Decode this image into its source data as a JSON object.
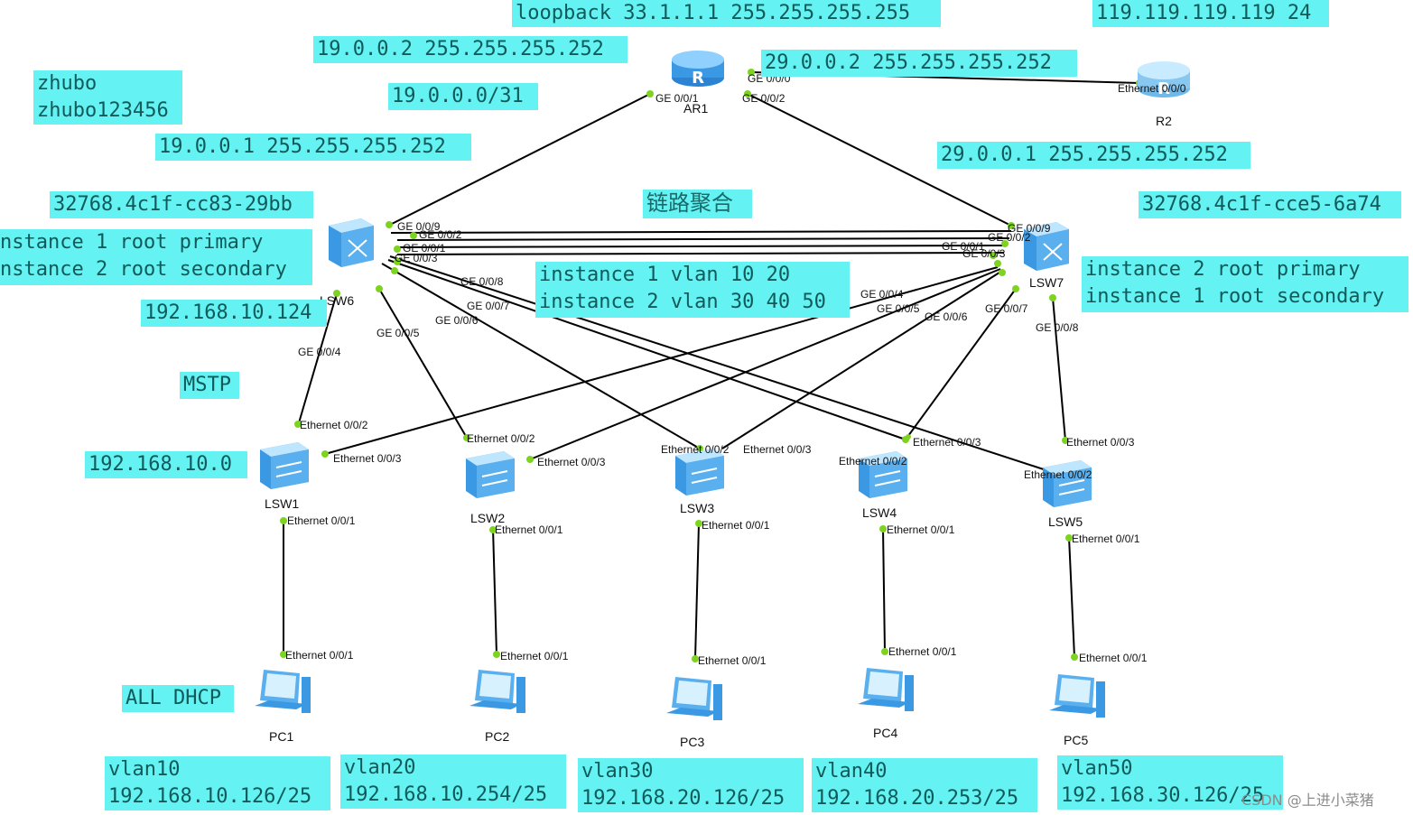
{
  "devices": {
    "ar1": {
      "label": "AR1"
    },
    "r2": {
      "label": "R2"
    },
    "lsw6": {
      "label": "LSW6"
    },
    "lsw7": {
      "label": "LSW7"
    },
    "lsw1": {
      "label": "LSW1"
    },
    "lsw2": {
      "label": "LSW2"
    },
    "lsw3": {
      "label": "LSW3"
    },
    "lsw4": {
      "label": "LSW4"
    },
    "lsw5": {
      "label": "LSW5"
    },
    "pc1": {
      "label": "PC1"
    },
    "pc2": {
      "label": "PC2"
    },
    "pc3": {
      "label": "PC3"
    },
    "pc4": {
      "label": "PC4"
    },
    "pc5": {
      "label": "PC5"
    }
  },
  "ports": {
    "ar1_g001": "GE 0/0/1",
    "ar1_g000": "GE 0/0/0",
    "ar1_g002": "GE 0/0/2",
    "r2_e000": "Ethernet 0/0/0",
    "lsw6_g009": "GE 0/0/9",
    "lsw6_g002": "GE 0/0/2",
    "lsw6_g001": "GE 0/0/1",
    "lsw6_g003": "GE 0/0/3",
    "lsw6_g008": "GE 0/0/8",
    "lsw6_g007": "GE 0/0/7",
    "lsw6_g006": "GE 0/0/6",
    "lsw6_g005": "GE 0/0/5",
    "lsw6_g004": "GE 0/0/4",
    "lsw7_g009": "GE 0/0/9",
    "lsw7_g002": "GE 0/0/2",
    "lsw7_g001": "GE 0/0/1",
    "lsw7_g003": "GE 0/0/3",
    "lsw7_g004": "GE 0/0/4",
    "lsw7_g005": "GE 0/0/5",
    "lsw7_g006": "GE 0/0/6",
    "lsw7_g007": "GE 0/0/7",
    "lsw7_g008": "GE 0/0/8",
    "lsw1_e002": "Ethernet 0/0/2",
    "lsw1_e003": "Ethernet 0/0/3",
    "lsw1_e001": "Ethernet 0/0/1",
    "lsw2_e002": "Ethernet 0/0/2",
    "lsw2_e003": "Ethernet 0/0/3",
    "lsw2_e001": "Ethernet 0/0/1",
    "lsw3_e002": "Ethernet 0/0/2",
    "lsw3_e003": "Ethernet 0/0/3",
    "lsw3_e001": "Ethernet 0/0/1",
    "lsw4_e002": "Ethernet 0/0/2",
    "lsw4_e003": "Ethernet 0/0/3",
    "lsw4_e001": "Ethernet 0/0/1",
    "lsw5_e003": "Ethernet 0/0/3",
    "lsw5_e002": "Ethernet 0/0/2",
    "lsw5_e001": "Ethernet 0/0/1",
    "pc1_e001": "Ethernet 0/0/1",
    "pc2_e001": "Ethernet 0/0/1",
    "pc3_e001": "Ethernet 0/0/1",
    "pc4_e001": "Ethernet 0/0/1",
    "pc5_e001": "Ethernet 0/0/1"
  },
  "notes": {
    "loopback": "loopback 33.1.1.1 255.255.255.255",
    "r2_net": "119.119.119.119 24",
    "ip_19_0_0_2": "19.0.0.2 255.255.255.252",
    "ip_29_0_0_2": "29.0.0.2 255.255.255.252",
    "credentials": "zhubo\nzhubo123456",
    "net_19_31": "19.0.0.0/31",
    "ip_19_0_0_1": "19.0.0.1 255.255.255.252",
    "ip_29_0_0_1": "29.0.0.1 255.255.255.252",
    "lsw6_bridge": "32768.4c1f-cc83-29bb",
    "link_aggregation": "链路聚合",
    "lsw7_bridge": "32768.4c1f-cce5-6a74",
    "lsw6_roles": "nstance 1 root primary\nnstance 2 root secondary",
    "instances": "instance 1 vlan 10 20\ninstance 2 vlan 30 40 50",
    "lsw7_roles": "instance 2 root primary\ninstance 1 root secondary",
    "lsw6_ip": "192.168.10.124",
    "mstp": "MSTP",
    "net_192_168_10": "192.168.10.0",
    "all_dhcp": "ALL DHCP",
    "vlan10": "vlan10\n192.168.10.126/25",
    "vlan20": "vlan20\n192.168.10.254/25",
    "vlan30": "vlan30\n192.168.20.126/25",
    "vlan40": "vlan40\n192.168.20.253/25",
    "vlan50": "vlan50\n192.168.30.126/25"
  },
  "watermark": "CSDN @上进小菜猪",
  "colors": {
    "note_bg": "#64f2f2",
    "note_text": "#115a5a",
    "port_dot": "#7ed321",
    "link": "#000000",
    "device": "#4aa3e8"
  }
}
